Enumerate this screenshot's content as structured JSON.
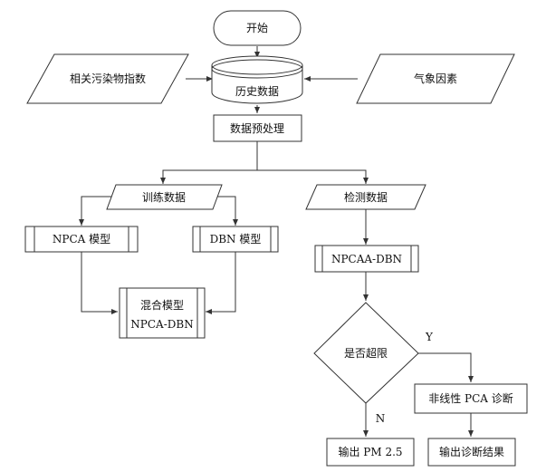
{
  "diagram": {
    "nodes": {
      "start": "开始",
      "pollutant_input": "相关污染物指数",
      "history_db": "历史数据",
      "weather_input": "气象因素",
      "preprocess": "数据预处理",
      "train_data": "训练数据",
      "test_data": "检测数据",
      "npca_model": "NPCA 模型",
      "dbn_model": "DBN 模型",
      "mixed_model_line1": "混合模型",
      "mixed_model_line2": "NPCA-DBN",
      "npcaa_dbn": "NPCAA-DBN",
      "decision": "是否超限",
      "nonlinear_pca": "非线性 PCA 诊断",
      "output_pm": "输出 PM 2.5",
      "output_diag": "输出诊断结果"
    },
    "edge_labels": {
      "yes": "Y",
      "no": "N"
    }
  }
}
